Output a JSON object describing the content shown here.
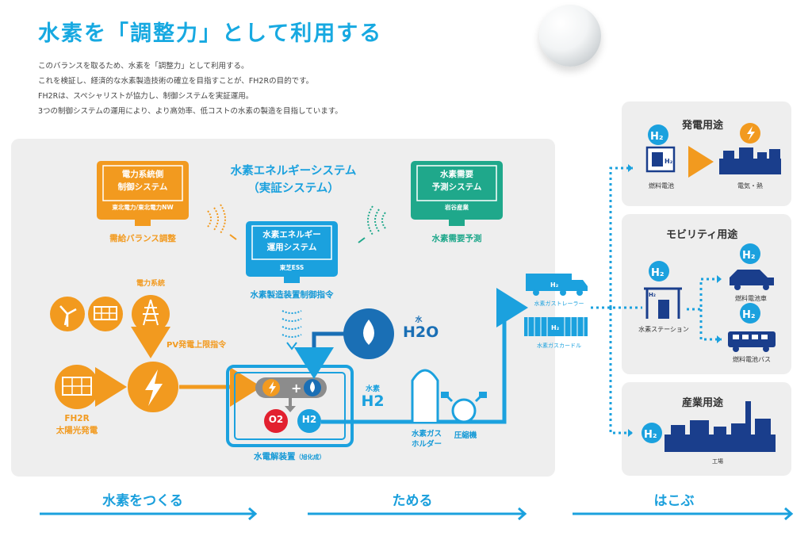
{
  "title": "水素を「調整力」として利用する",
  "intro": [
    "このバランスを取るため、水素を「調整力」として利用する。",
    "これを検証し、経済的な水素製造技術の確立を目指すことが、FH2Rの目的です。",
    "FH2Rは、スペシャリストが協力し、制御システムを実証運用。",
    "3つの制御システムの運用により、より高効率、低コストの水素の製造を目指しています。"
  ],
  "system": {
    "title_line1": "水素エネルギーシステム",
    "title_line2": "（実証システム）",
    "grid_ctrl": {
      "line1": "電力系統側",
      "line2": "制御システム",
      "sub": "東北電力/東北電力NW",
      "caption": "需給バランス調整"
    },
    "demand": {
      "line1": "水素需要",
      "line2": "予測システム",
      "sub": "岩谷産業",
      "caption": "水素需要予測"
    },
    "ems": {
      "line1": "水素エネルギー",
      "line2": "運用システム",
      "sub": "東芝ESS",
      "caption": "水素製造装置制御指令"
    }
  },
  "grid_label": "電力系統",
  "pv_cmd": "PV発電上限指令",
  "solar": {
    "line1": "FH2R",
    "line2": "太陽光発電"
  },
  "electrolyzer": "水電解装置",
  "electrolyzer_maker": "（旭化成）",
  "water": {
    "small": "水",
    "formula": "H2O"
  },
  "hydrogen": {
    "small": "水素",
    "formula": "H2"
  },
  "o2": "O2",
  "h2": "H2",
  "holder": {
    "line1": "水素ガス",
    "line2": "ホルダー"
  },
  "compressor": "圧縮機",
  "trailer": "水素ガストレーラー",
  "curdle": "水素ガスカードル",
  "uses": {
    "power": {
      "title": "発電用途",
      "fc": "燃料電池",
      "out": "電気・熱"
    },
    "mobility": {
      "title": "モビリティ用途",
      "station": "水素ステーション",
      "car": "燃料電池車",
      "bus": "燃料電池バス"
    },
    "industry": {
      "title": "産業用途",
      "factory": "工場"
    }
  },
  "stages": [
    "水素をつくる",
    "ためる",
    "はこぶ"
  ],
  "colors": {
    "blue": "#1ba1de",
    "orange": "#f29a1f",
    "teal": "#1fa88b",
    "navy": "#1a3e8c",
    "red": "#e2202f"
  }
}
